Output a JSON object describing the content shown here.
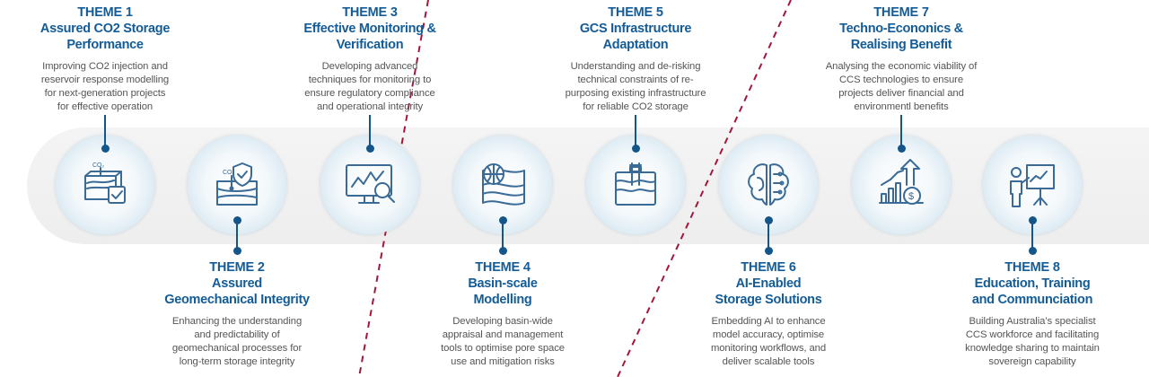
{
  "colors": {
    "heading": "#135c97",
    "body_text": "#555555",
    "connector": "#15568a",
    "divider": "#a3163a",
    "band": "#f0f0f0"
  },
  "themes": [
    {
      "number": "THEME 1",
      "title_lines": [
        "Assured CO2 Storage",
        "Performance"
      ],
      "desc_lines": [
        "Improving CO2 injection and",
        "reservoir response modelling",
        "for next-generation projects",
        "for effective operation"
      ],
      "icon": "reservoir-co2-check-icon"
    },
    {
      "number": "THEME 2",
      "title_lines": [
        "Assured",
        "Geomechanical Integrity"
      ],
      "desc_lines": [
        "Enhancing the understanding",
        "and predictability of",
        "geomechanical processes for",
        "long-term storage integrity"
      ],
      "icon": "geology-shield-icon"
    },
    {
      "number": "THEME 3",
      "title_lines": [
        "Effective Monitoring &",
        "Verification"
      ],
      "desc_lines": [
        "Developing advanced",
        "techniques for monitoring to",
        "ensure regulatory compliance",
        "and operational integrity"
      ],
      "icon": "monitor-chart-magnifier-icon"
    },
    {
      "number": "THEME 4",
      "title_lines": [
        "Basin-scale",
        "Modelling"
      ],
      "desc_lines": [
        "Developing basin-wide",
        "appraisal and management",
        "tools to optimise pore space",
        "use and mitigation risks"
      ],
      "icon": "globe-layers-icon"
    },
    {
      "number": "THEME 5",
      "title_lines": [
        "GCS Infrastructure",
        "Adaptation"
      ],
      "desc_lines": [
        "Understanding and de-risking",
        "technical constraints of re-",
        "purposing existing infrastructure",
        "for reliable CO2 storage"
      ],
      "icon": "infrastructure-well-icon"
    },
    {
      "number": "THEME 6",
      "title_lines": [
        "AI-Enabled",
        "Storage Solutions"
      ],
      "desc_lines": [
        "Embedding AI to enhance",
        "model accuracy, optimise",
        "monitoring workflows, and",
        "deliver scalable tools"
      ],
      "icon": "ai-brain-icon"
    },
    {
      "number": "THEME 7",
      "title_lines": [
        "Techno-Econonics &",
        "Realising Benefit"
      ],
      "desc_lines": [
        "Analysing the economic viability of",
        "CCS technologies to ensure",
        "projects deliver financial and",
        "environmentl benefits"
      ],
      "icon": "growth-chart-dollar-icon"
    },
    {
      "number": "THEME 8",
      "title_lines": [
        "Education, Training",
        "and Communciation"
      ],
      "desc_lines": [
        "Building Australia’s specialist",
        "CCS workforce and facilitating",
        "knowledge sharing to maintain",
        "sovereign capability"
      ],
      "icon": "teacher-presentation-icon"
    }
  ]
}
